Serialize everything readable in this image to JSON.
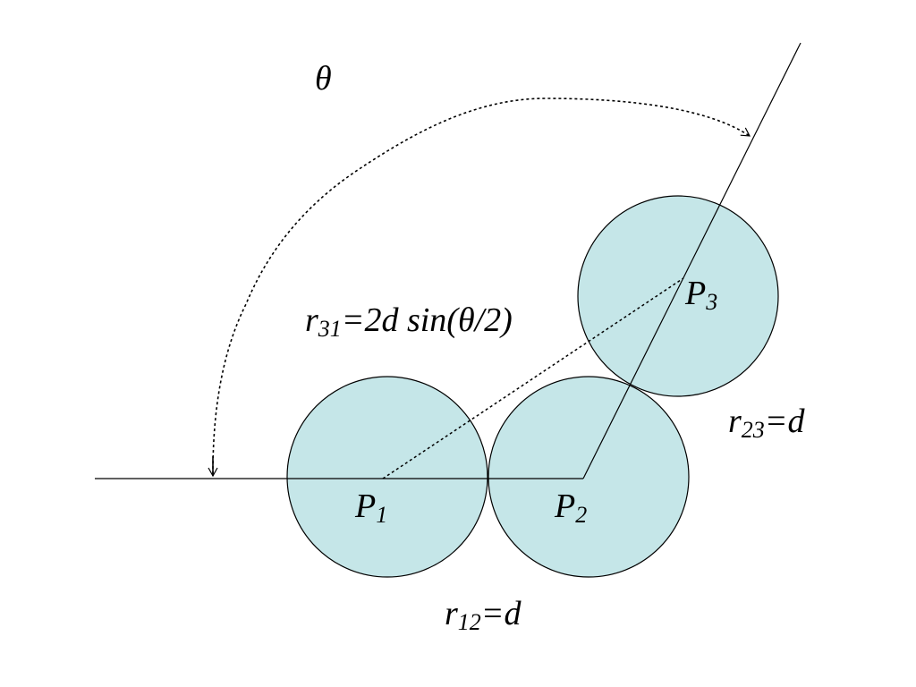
{
  "colors": {
    "circle_fill": "#c5e6e8",
    "stroke": "#000000",
    "background": "#ffffff"
  },
  "labels": {
    "theta": "θ",
    "p1": {
      "base": "P",
      "sub": "1"
    },
    "p2": {
      "base": "P",
      "sub": "2"
    },
    "p3": {
      "base": "P",
      "sub": "3"
    },
    "r31": {
      "base": "r",
      "sub": "31",
      "rest": "=2d sin(θ/2)"
    },
    "r23": {
      "base": "r",
      "sub": "23",
      "rest": "=d"
    },
    "r12": {
      "base": "r",
      "sub": "12",
      "rest": "=d"
    }
  }
}
